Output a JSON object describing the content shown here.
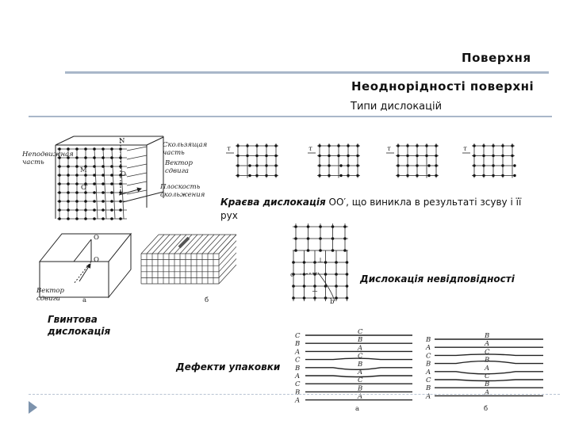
{
  "slide": {
    "title": "Поверхня",
    "subtitle": "Неоднорідності поверхні",
    "section": "Типи дислокацій"
  },
  "labels": {
    "edge_bold": "Краєва дислокація",
    "edge_rest": " ОО′, що виникла  в результаті зсуву і її рух",
    "misfit": "Дислокація невідповідності",
    "screw": "Гвинтова дислокація",
    "stacking": "Дефекти упаковки"
  },
  "figure_edge_block": {
    "fixed_part": [
      "Неподвижная",
      "часть"
    ],
    "slip_part": [
      "Скользящая",
      "часть"
    ],
    "shear_vector": [
      "Вектор",
      "сдвига"
    ],
    "slip_plane": [
      "Плоскость",
      "скольжения"
    ],
    "N": "N",
    "M": "M",
    "O": "O",
    "O_prime": "O′"
  },
  "figure_screw": {
    "O_top": "O",
    "O_bottom": "O",
    "shear_vector": [
      "Вектор",
      "сдвига"
    ],
    "a": "а",
    "b": "б"
  },
  "figure_tau": {
    "tau": "τ"
  },
  "figure_misfit": {
    "c": "c",
    "b": "b"
  },
  "figure_stacking": {
    "seq_a": [
      "C",
      "B",
      "A",
      "C",
      "B",
      "A",
      "C",
      "B",
      "A"
    ],
    "inner_a": [
      "C",
      "B",
      "A",
      "C",
      "B",
      "A",
      "C",
      "B",
      "A"
    ],
    "seq_b": [
      "B",
      "A",
      "C",
      "B",
      "A",
      "C",
      "B",
      "A"
    ],
    "inner_b": [
      "B",
      "A",
      "C",
      "B",
      "A",
      "C",
      "B",
      "A"
    ],
    "a": "а",
    "b": "б"
  },
  "colors": {
    "rule": "#a9b7c9",
    "arrow": "#7d93ad"
  }
}
